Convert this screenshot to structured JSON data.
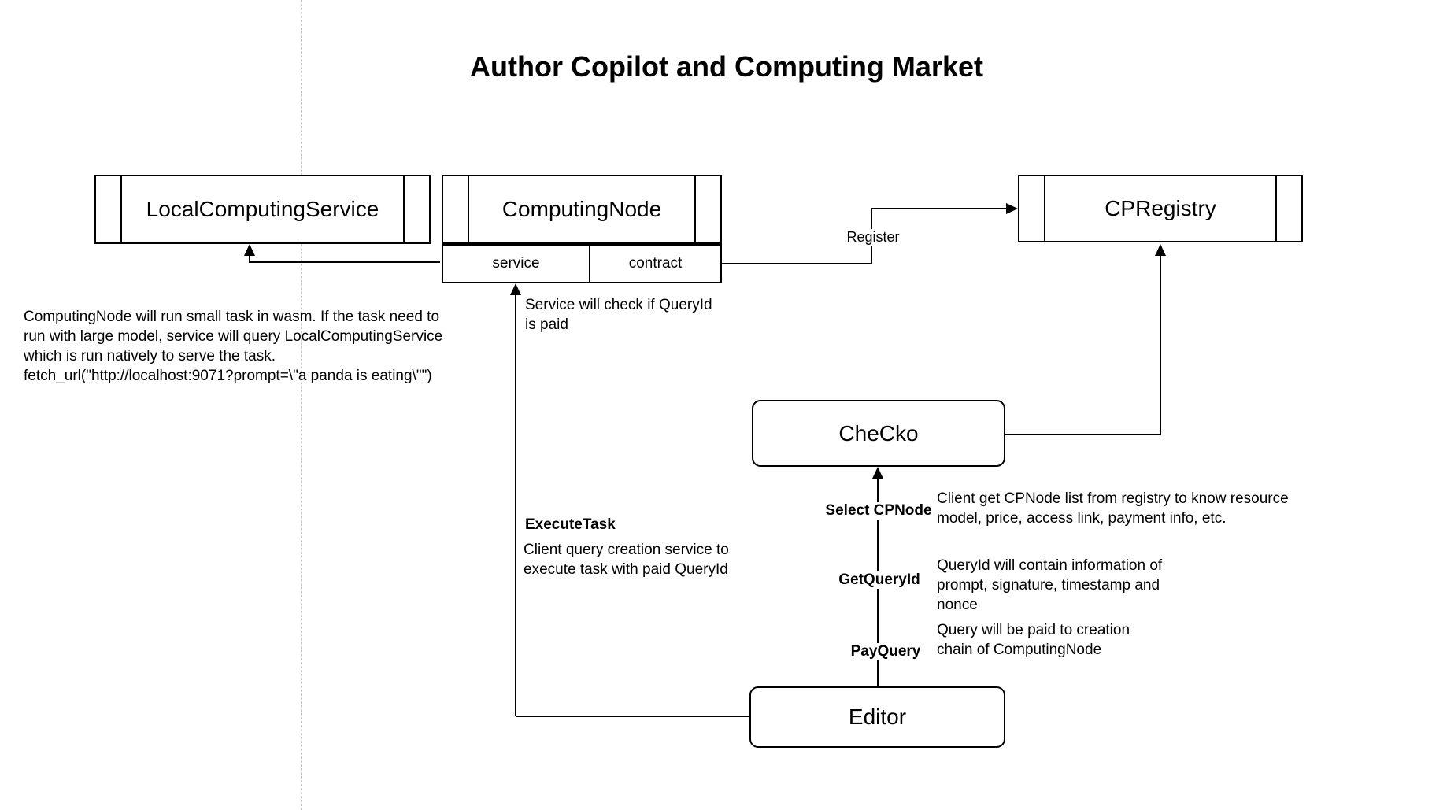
{
  "title": "Author Copilot and Computing Market",
  "nodes": {
    "local_computing_service": "LocalComputingService",
    "computing_node": "ComputingNode",
    "service_cell": "service",
    "contract_cell": "contract",
    "cp_registry": "CPRegistry",
    "checko": "CheCko",
    "editor": "Editor"
  },
  "edges": {
    "register_label": "Register",
    "execute_task_label": "ExecuteTask",
    "select_cpnode_label": "Select CPNode",
    "get_queryid_label": "GetQueryId",
    "pay_query_label": "PayQuery"
  },
  "annotations": {
    "wasm_note": "ComputingNode will run small task in wasm. If the task need to\nrun with large model, service will query LocalComputingService\nwhich is run natively to serve the task.\nfetch_url(\"http://localhost:9071?prompt=\\\"a panda is eating\\\"\")",
    "service_check_note": "Service will check if QueryId\nis paid",
    "execute_task_note": "Client query creation service to\nexecute task with paid QueryId",
    "cpnode_list_note": "Client get CPNode list from registry to know resource\nmodel, price, access link, payment info, etc.",
    "queryid_note": "QueryId will contain information of\nprompt, signature, timestamp and\nnonce",
    "payquery_note": "Query will be paid to creation\nchain of ComputingNode"
  },
  "colors": {
    "stroke": "#000000",
    "background": "#ffffff",
    "page_divider": "#c8c8c8"
  }
}
